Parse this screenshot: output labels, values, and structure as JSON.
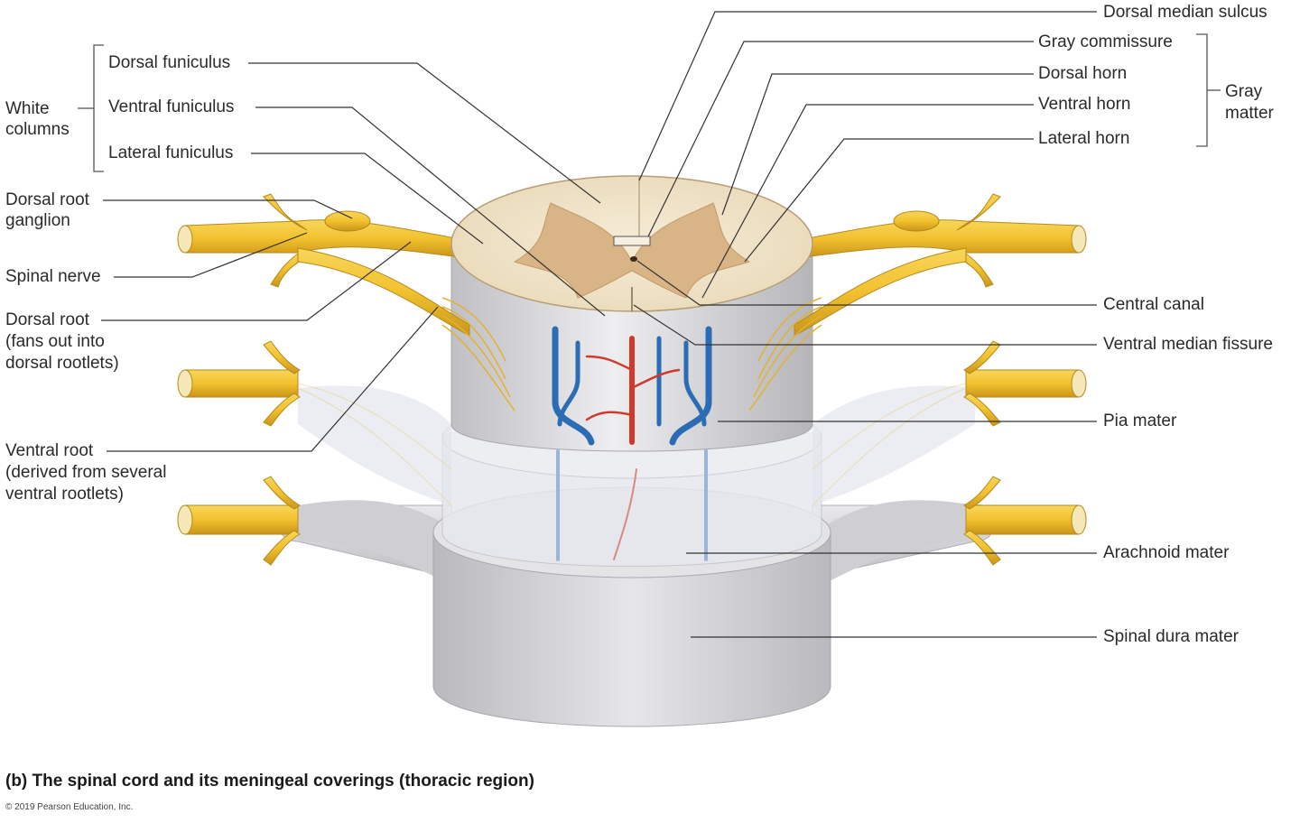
{
  "labels": {
    "white_columns": "White columns",
    "white_columns_l1": "White",
    "white_columns_l2": "columns",
    "dorsal_funiculus": "Dorsal funiculus",
    "ventral_funiculus": "Ventral funiculus",
    "lateral_funiculus": "Lateral funiculus",
    "dorsal_root_ganglion_l1": "Dorsal root",
    "dorsal_root_ganglion_l2": "ganglion",
    "spinal_nerve": "Spinal nerve",
    "dorsal_root_l1": "Dorsal root",
    "dorsal_root_l2": "(fans out into",
    "dorsal_root_l3": "dorsal rootlets)",
    "ventral_root_l1": "Ventral root",
    "ventral_root_l2": "(derived from several",
    "ventral_root_l3": "ventral rootlets)",
    "dorsal_median_sulcus": "Dorsal median sulcus",
    "gray_commissure": "Gray commissure",
    "dorsal_horn": "Dorsal horn",
    "ventral_horn": "Ventral horn",
    "lateral_horn": "Lateral horn",
    "gray_matter_l1": "Gray",
    "gray_matter_l2": "matter",
    "central_canal": "Central canal",
    "ventral_median_fissure": "Ventral median fissure",
    "pia_mater": "Pia mater",
    "arachnoid_mater": "Arachnoid mater",
    "spinal_dura_mater": "Spinal dura mater"
  },
  "caption": "(b) The spinal cord and its meningeal coverings (thoracic region)",
  "copyright": "© 2019 Pearson Education, Inc.",
  "colors": {
    "nerve": "#f2c12e",
    "white_matter": "#f1e4cc",
    "gray_matter": "#d9b487",
    "dura": "#d9d9dc",
    "artery": "#d0392b",
    "vein": "#2b6cb5",
    "leader": "#333333"
  }
}
